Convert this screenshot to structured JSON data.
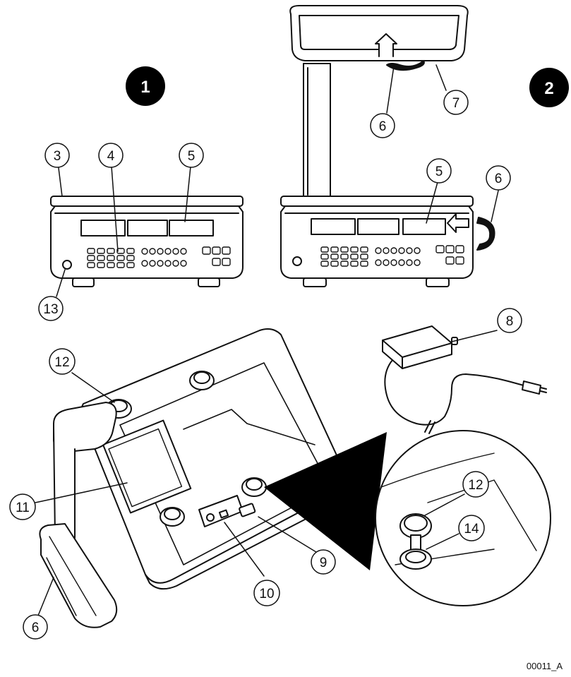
{
  "badges": {
    "view_1": "1",
    "view_2": "2"
  },
  "callouts": {
    "c3": "3",
    "c4": "4",
    "c5_left": "5",
    "c13": "13",
    "c5_right": "5",
    "c6_top": "6",
    "c6_side": "6",
    "c7": "7",
    "c8": "8",
    "c9": "9",
    "c10": "10",
    "c11": "11",
    "c12_main": "12",
    "c12_detail": "12",
    "c14": "14",
    "c6_bottom": "6"
  },
  "reference_code": "00011_A",
  "colors": {
    "line": "#111111",
    "fill": "#ffffff",
    "badge": "#000000",
    "wedge": "#000000"
  }
}
